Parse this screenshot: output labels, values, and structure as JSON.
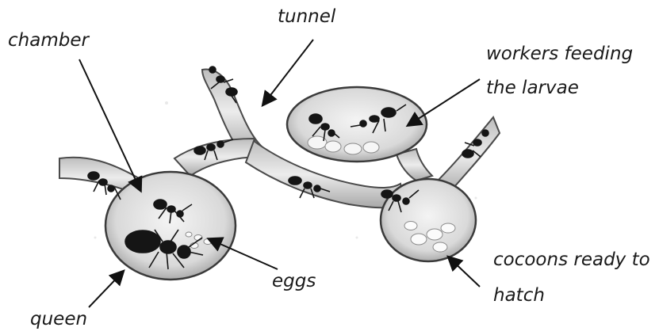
{
  "labels": {
    "chamber": "chamber",
    "tunnel": "tunnel",
    "workers_line1": "workers feeding",
    "workers_line2": "the larvae",
    "cocoons_line1": "cocoons ready to",
    "cocoons_line2": "hatch",
    "eggs": "eggs",
    "queen": "queen"
  },
  "colors": {
    "nest_fill": "#e6e6e6",
    "nest_outline": "#333333",
    "ant": "#151515",
    "egg": "#fafafa",
    "arrow": "#111111"
  }
}
